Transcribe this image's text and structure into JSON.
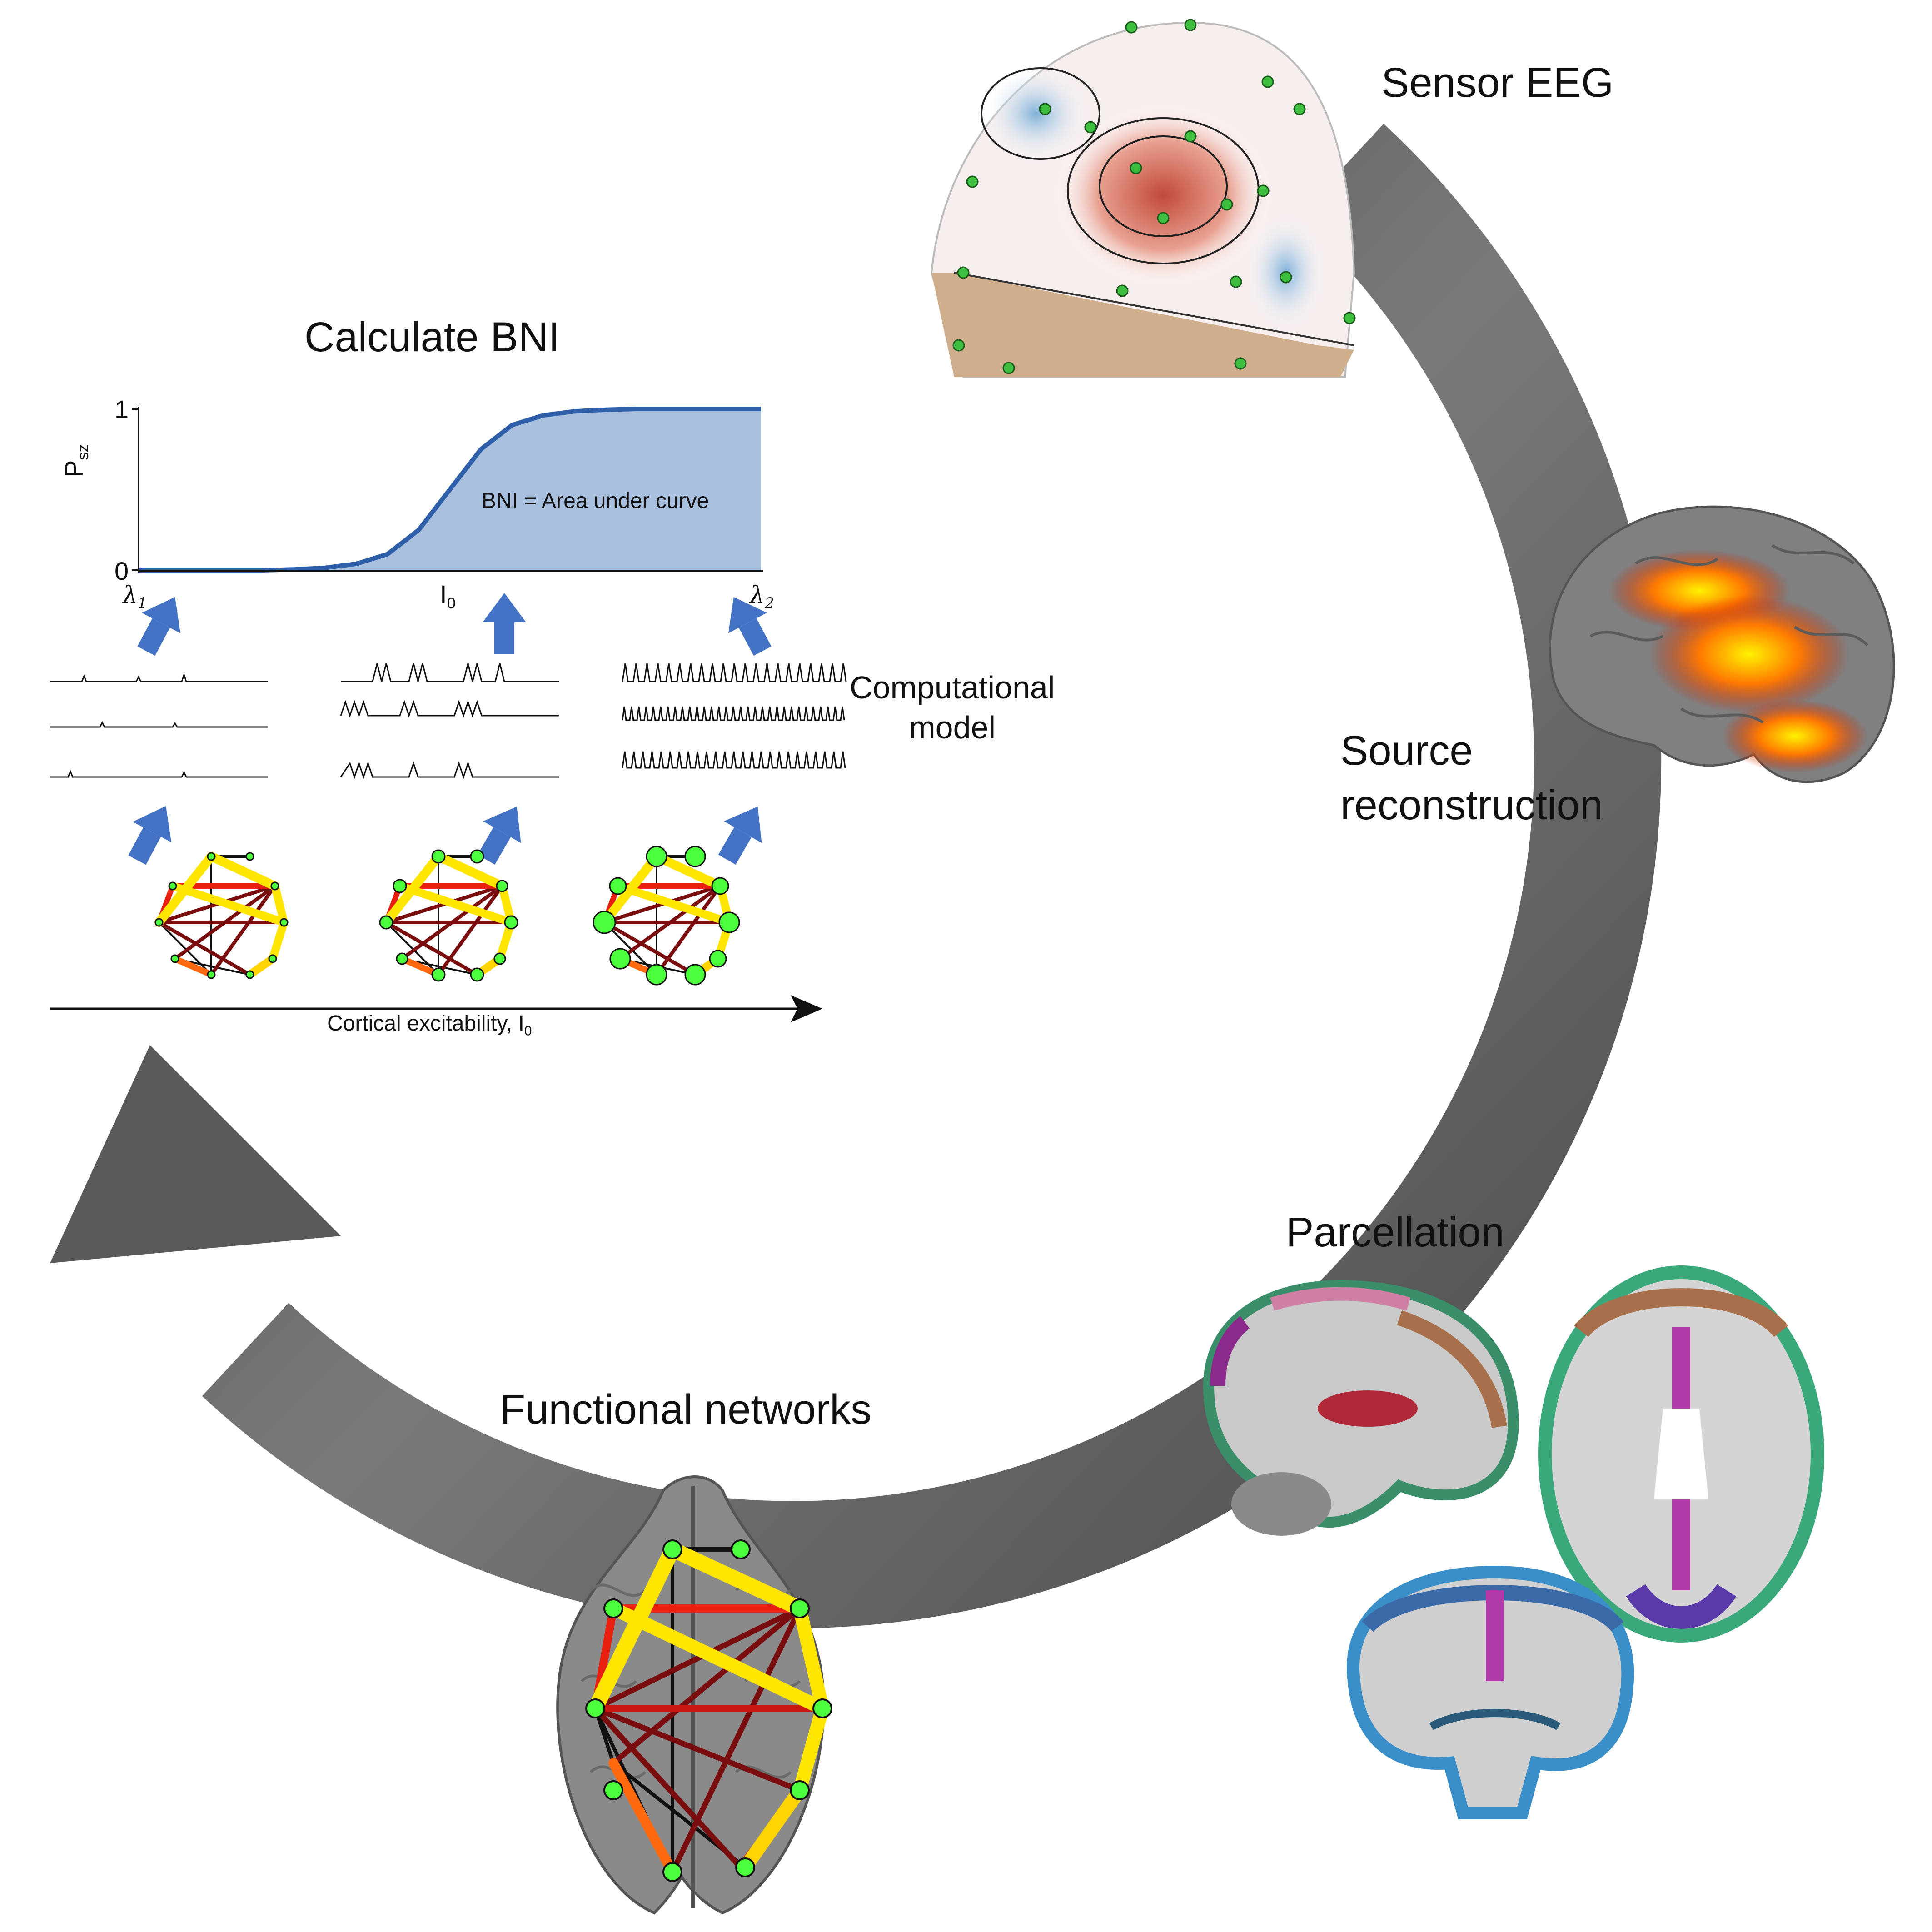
{
  "stages": {
    "sensor": "Sensor EEG",
    "source_line1": "Source",
    "source_line2": "reconstruction",
    "parcellation": "Parcellation",
    "networks": "Functional networks",
    "bni": "Calculate BNI"
  },
  "model": {
    "line1": "Computational",
    "line2": "model"
  },
  "plot": {
    "ylabel": "P",
    "ylabel_sub": "sz",
    "y_ticks": [
      "1",
      "0"
    ],
    "x_left_tick": "λ",
    "x_left_sub": "1",
    "x_mid_tick": "I",
    "x_mid_sub": "0",
    "x_right_tick": "λ",
    "x_right_sub": "2",
    "annotation": "BNI = Area under curve"
  },
  "axis": {
    "label": "Cortical excitability, I",
    "label_sub": "0"
  },
  "colors": {
    "curve": "#2f5fa8",
    "fill": "#a8c0de",
    "arrow": "#4472c4",
    "cycle_arrow": "#5a5a5a",
    "node": "#4cff3c",
    "edge_yellow": "#ffe600",
    "edge_red": "#e82010",
    "edge_darkred": "#7a0e0e"
  },
  "chart_data": {
    "type": "area",
    "title": "Calculate BNI",
    "ylabel": "Psz",
    "xlabel": "",
    "x_ticks": [
      "λ1",
      "I0",
      "λ2"
    ],
    "y_ticks": [
      0,
      1
    ],
    "ylim": [
      0,
      1
    ],
    "series": [
      {
        "x": [
          0,
          0.05,
          0.1,
          0.15,
          0.2,
          0.25,
          0.3,
          0.35,
          0.4,
          0.45,
          0.5,
          0.55,
          0.6,
          0.65,
          0.7,
          0.75,
          0.8,
          0.85,
          0.9,
          0.95,
          1.0
        ],
        "values": [
          0,
          0,
          0,
          0,
          0,
          0.005,
          0.015,
          0.04,
          0.1,
          0.25,
          0.5,
          0.75,
          0.9,
          0.96,
          0.985,
          0.995,
          1,
          1,
          1,
          1,
          1
        ]
      }
    ],
    "annotations": [
      "BNI = Area under curve"
    ]
  }
}
